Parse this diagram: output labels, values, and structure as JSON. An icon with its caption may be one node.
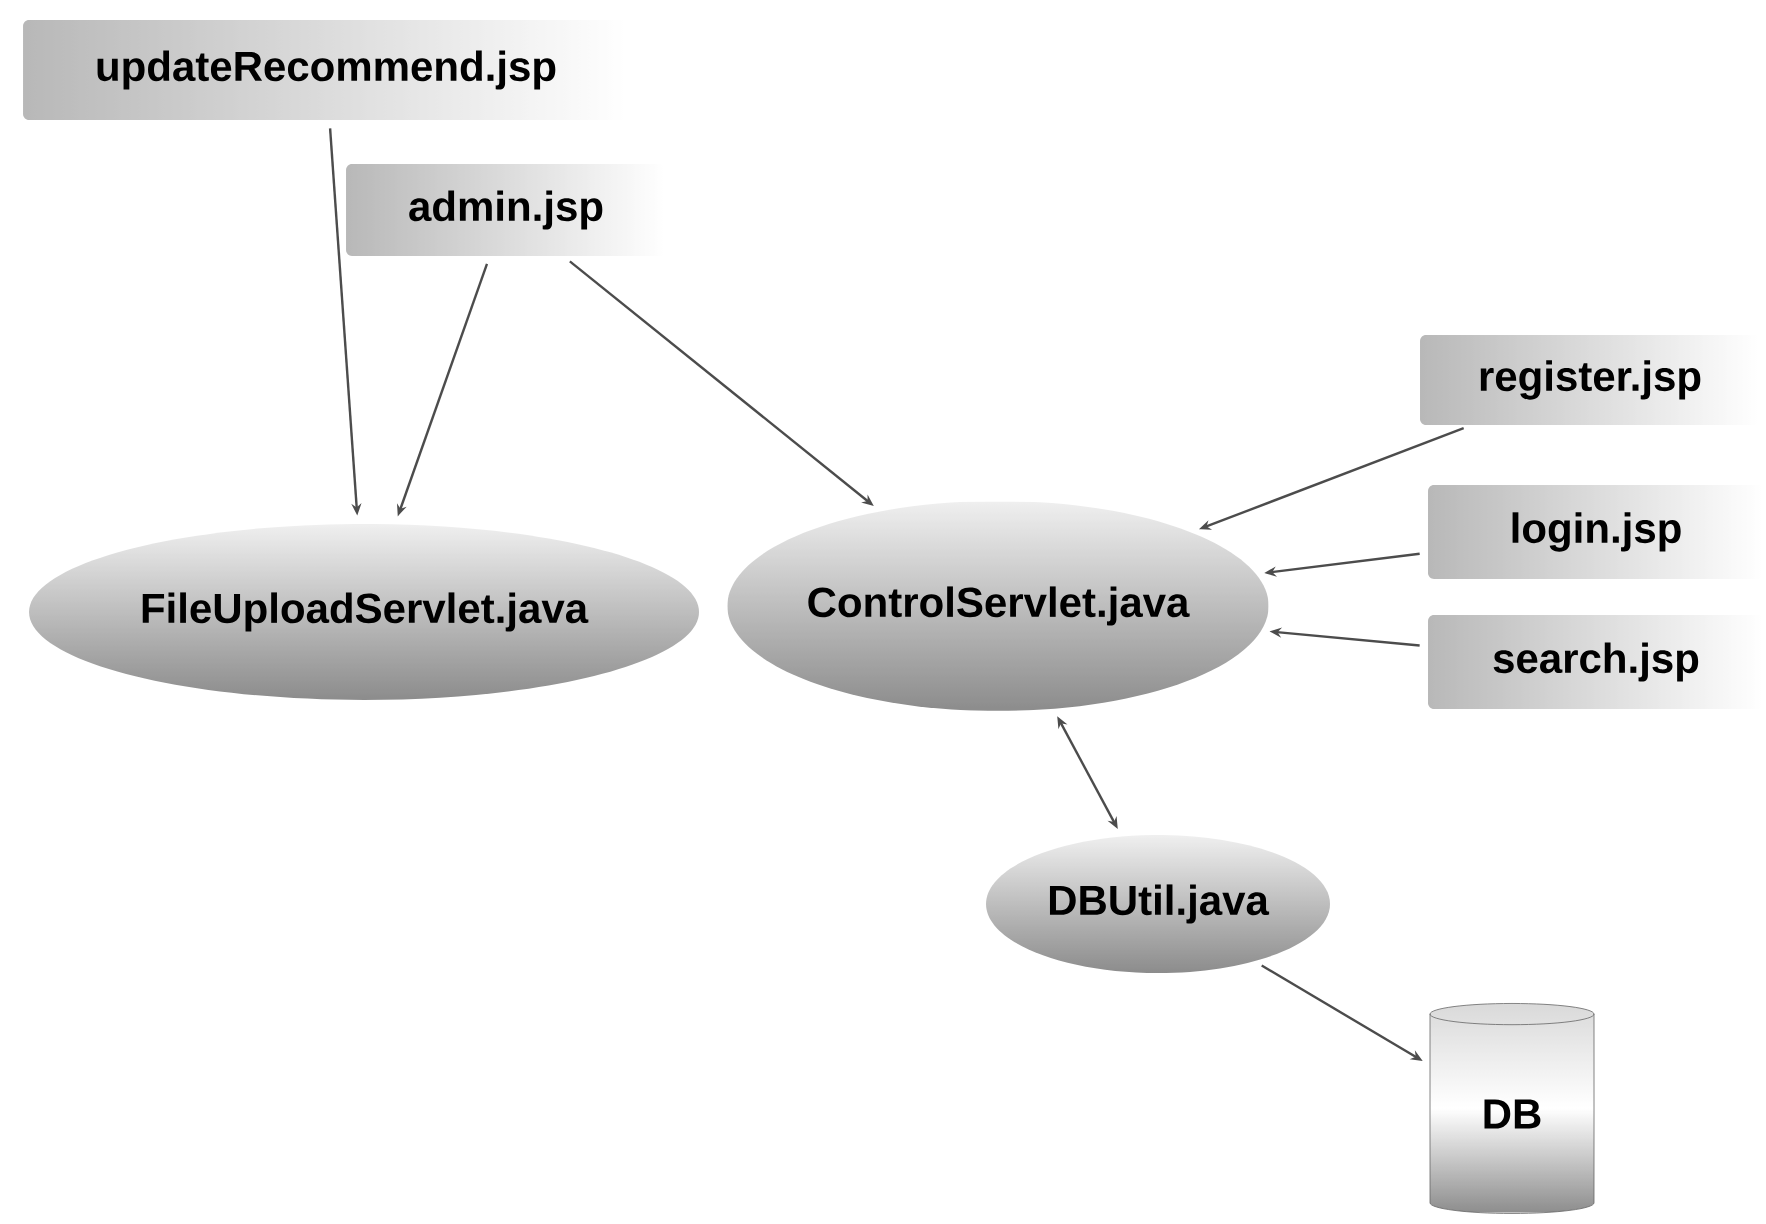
{
  "diagram": {
    "nodes": [
      {
        "text": [
          "updateRecommend.jsp"
        ]
      },
      {
        "text": [
          "admin.jsp"
        ]
      },
      {
        "text": [
          "register.jsp"
        ]
      },
      {
        "text": [
          "FileUploadServlet.java"
        ]
      },
      {
        "text": [
          "ControlServlet.java"
        ]
      },
      {
        "text": [
          "login.jsp"
        ]
      },
      {
        "text": [
          "search.jsp"
        ]
      },
      {
        "text": [
          "DBUtil.java"
        ]
      },
      {
        "text": [
          "DB"
        ]
      }
    ],
    "edges": [
      {
        "from": 0,
        "to": 3,
        "arrow": "to"
      },
      {
        "from": 1,
        "to": 3,
        "arrow": "to"
      },
      {
        "from": 1,
        "to": 4,
        "arrow": "to"
      },
      {
        "from": 2,
        "to": 4,
        "arrow": "to"
      },
      {
        "from": 5,
        "to": 4,
        "arrow": "to"
      },
      {
        "from": 6,
        "to": 4,
        "arrow": "to"
      },
      {
        "from": 4,
        "to": 7,
        "arrow": "both"
      },
      {
        "from": 7,
        "to": 8,
        "arrow": "to"
      }
    ]
  }
}
